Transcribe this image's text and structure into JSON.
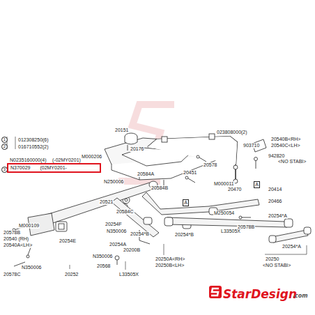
{
  "diagram": {
    "nodes": [
      {
        "text": [
          "N370029",
          "(02MY0201-"
        ]
      }
    ],
    "labels": [
      "1",
      "012308250(6)",
      "2",
      "016710552(2)",
      "3",
      "N0235160000(4)",
      "(-02MY0201)",
      "20151",
      "20176",
      "M000206",
      "20451",
      "20578",
      "023808000(2)",
      "903710",
      "20540B<RH>",
      "20540C<LH>",
      "942820",
      "<NO STABI>",
      "20584A",
      "N250006",
      "20584B",
      "M000011",
      "20470",
      "A",
      "20414",
      "20466",
      "20521",
      "20584C",
      "M250054",
      "A",
      "20578B",
      "20254*A",
      "L33505X",
      "20254F",
      "M000109",
      "20578B",
      "20540 (RH)",
      "20540A<LH>",
      "N350006",
      "20254E",
      "20254A",
      "20200B",
      "N350006",
      "N350006",
      "20578C",
      "20252",
      "20568",
      "L33505X",
      "20254*B",
      "20254*B",
      "20254*A",
      "20250A<RH>",
      "20250B<LH>",
      "20250",
      "<NO STABI>",
      "StarDesign",
      ".com"
    ]
  }
}
